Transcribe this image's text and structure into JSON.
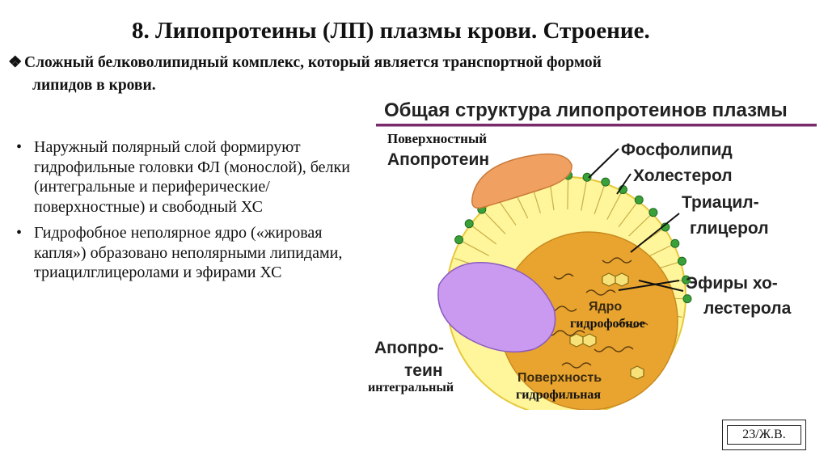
{
  "slide": {
    "title": "8. Липопротеины (ЛП) плазмы крови. Строение.",
    "subpoint_icon": "diamond-bullet-icon",
    "subpoint_line1": "Сложный белковолипидный комплекс, который является транспортной формой",
    "subpoint_line2": "липидов в крови.",
    "bullets": [
      "Наружный полярный слой формируют гидрофильные головки ФЛ (монослой), белки (интегральные и периферические/поверхностные) и свободный ХС",
      "Гидрофобное неполярное ядро («жировая капля») образовано неполярными липидами, триацилглицеролами и эфирами ХС"
    ],
    "page_ref": "23/Ж.В."
  },
  "figure": {
    "heading": "Общая структура липопротеинов плазмы",
    "labels": {
      "surface_serif": "Поверхностный",
      "apoprotein_top": "Апопротеин",
      "phospholipid": "Фосфолипид",
      "cholesterol": "Холестерол",
      "triacyl_1": "Триацил-",
      "triacyl_2": "глицерол",
      "esters_1": "Эфиры хо-",
      "esters_2": "лестерола",
      "core": "Ядро",
      "hydrophobic": "гидрофобное",
      "apopro_1": "Апопро-",
      "apopro_2": "теин",
      "integral": "интегральный",
      "surface_word": "Поверхность",
      "hydrophilic": "гидрофильная"
    },
    "colors": {
      "heading_rule": "#7a2a6a",
      "outer_sphere": "#fff59a",
      "core": "#e8a42e",
      "peripheral_protein": "#f0a060",
      "integral_protein": "#c99af0",
      "phospholipid_head": "#3aa13a"
    }
  }
}
